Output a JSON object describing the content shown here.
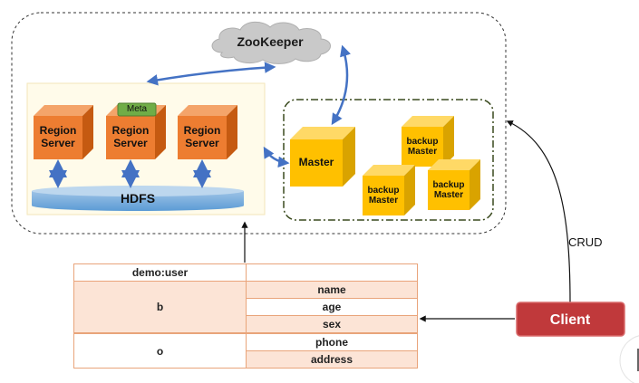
{
  "zookeeper": {
    "label": "ZooKeeper"
  },
  "region_servers": [
    {
      "label": "Region\nServer"
    },
    {
      "label": "Region\nServer",
      "badge": "Meta"
    },
    {
      "label": "Region\nServer"
    }
  ],
  "hdfs": {
    "label": "HDFS"
  },
  "master": {
    "label": "Master"
  },
  "backup_masters": [
    {
      "label": "backup\nMaster"
    },
    {
      "label": "backup\nMaster"
    },
    {
      "label": "backup\nMaster"
    }
  ],
  "client": {
    "label": "Client"
  },
  "crud_label": "CRUD",
  "table": {
    "title": "demo:user",
    "families": [
      {
        "name": "b",
        "columns": [
          "name",
          "age",
          "sex"
        ]
      },
      {
        "name": "o",
        "columns": [
          "phone",
          "address"
        ]
      }
    ]
  },
  "colors": {
    "region_front": "#ED7D31",
    "region_top": "#F4A46A",
    "region_side": "#C55A11",
    "master_front": "#FFC000",
    "master_top": "#FFD966",
    "master_side": "#D9A300",
    "client": "#C0393B",
    "arrow_blue": "#4472C4",
    "table_shade": "#FCE4D6",
    "table_border": "#E9A47A"
  }
}
